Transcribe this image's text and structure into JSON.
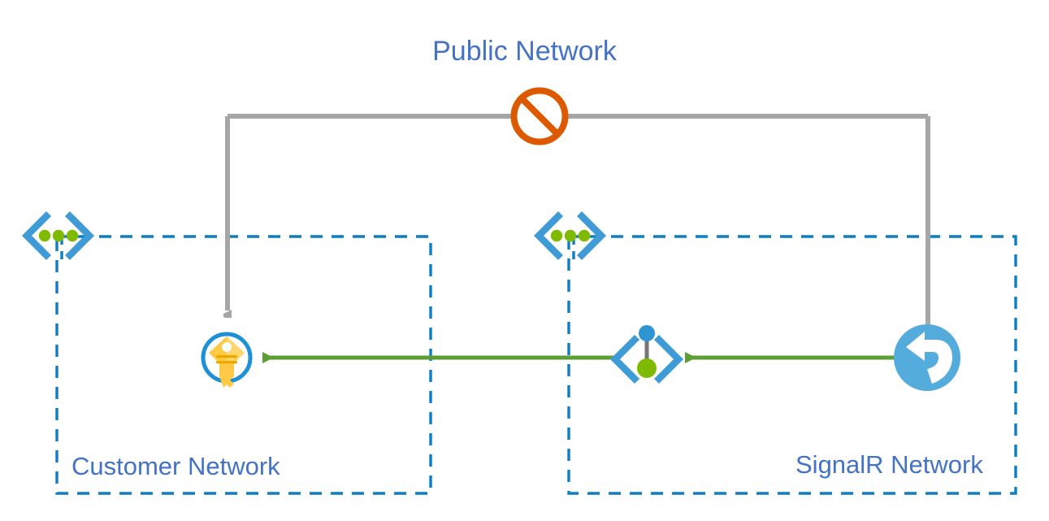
{
  "diagram": {
    "title": "Azure SignalR private endpoint network diagram",
    "colors": {
      "label_blue": "#4472C4",
      "boundary_blue": "#0F7DC2",
      "icon_blue": "#49A4D8",
      "icon_dark_blue": "#2E94D2",
      "green_arrow": "#5C9E31",
      "green_dot": "#7FBA00",
      "gray_line": "#A6A6A6",
      "orange_block": "#DD5900",
      "key_gold": "#FFC945",
      "white": "#FFFFFF"
    },
    "titles": {
      "public_network": "Public Network"
    },
    "boundaries": [
      {
        "id": "customer-network",
        "label": "Customer Network",
        "icon": "virtual-network-icon",
        "style": "dashed"
      },
      {
        "id": "signalr-network",
        "label": "SignalR Network",
        "icon": "virtual-network-icon",
        "style": "dashed"
      }
    ],
    "nodes": [
      {
        "id": "key-node",
        "icon": "key-icon",
        "network": "customer-network"
      },
      {
        "id": "private-endpoint-node",
        "icon": "private-endpoint-icon",
        "network": "signalr-network"
      },
      {
        "id": "signalr-service-node",
        "icon": "signalr-service-icon",
        "network": "signalr-network"
      }
    ],
    "connections": [
      {
        "id": "public-path",
        "style": "blocked",
        "color": "#A6A6A6",
        "marker": "prohibition-icon",
        "from": "signalr-service-node",
        "to": "key-node"
      },
      {
        "id": "private-link-to-endpoint",
        "style": "allowed",
        "color": "#5C9E31",
        "direction": "right-to-left",
        "from": "signalr-service-node",
        "to": "private-endpoint-node"
      },
      {
        "id": "private-link-to-key",
        "style": "allowed",
        "color": "#5C9E31",
        "direction": "right-to-left",
        "from": "private-endpoint-node",
        "to": "key-node"
      }
    ],
    "icons": {
      "prohibition": "prohibition-icon",
      "key": "key-icon",
      "private_endpoint": "private-endpoint-icon",
      "signalr_service": "signalr-service-icon",
      "virtual_network": "virtual-network-icon"
    }
  }
}
